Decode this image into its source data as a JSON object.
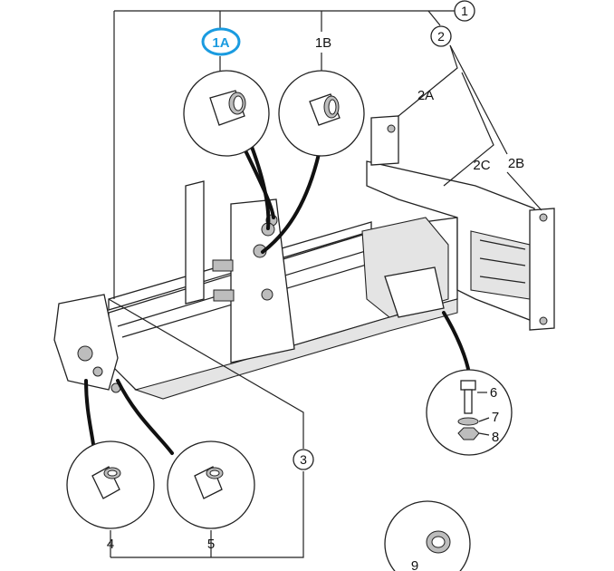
{
  "callouts": {
    "c1": "1",
    "c2": "2",
    "c3": "3"
  },
  "labels": {
    "l1A": "1A",
    "l1B": "1B",
    "l2A": "2A",
    "l2B": "2B",
    "l2C": "2C",
    "l4": "4",
    "l5": "5",
    "l6": "6",
    "l7": "7",
    "l8": "8",
    "l9": "9"
  },
  "highlight": {
    "target": "1A",
    "color": "#1a9be0"
  }
}
